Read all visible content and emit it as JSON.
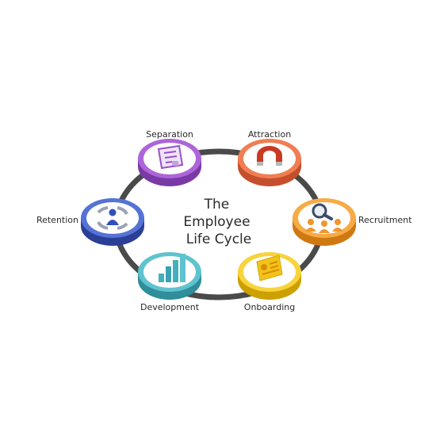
{
  "title_lines": [
    "The",
    "Employee",
    "Life Cycle"
  ],
  "stages": [
    {
      "label": "Attraction",
      "color": "#e8673f",
      "top_color": "#f07e52",
      "icon": "magnet-icon"
    },
    {
      "label": "Recruitment",
      "color": "#f0962b",
      "top_color": "#f7ab45",
      "icon": "magnifier-people-icon"
    },
    {
      "label": "Onboarding",
      "color": "#f2c418",
      "top_color": "#f8d33c",
      "icon": "id-card-icon"
    },
    {
      "label": "Development",
      "color": "#45b0bd",
      "top_color": "#5ec3cf",
      "icon": "bar-chart-icon"
    },
    {
      "label": "Retention",
      "color": "#3e5bc4",
      "top_color": "#5573d6",
      "icon": "person-cycle-icon"
    },
    {
      "label": "Separation",
      "color": "#9a4fc9",
      "top_color": "#ad65d9",
      "icon": "document-icon"
    }
  ],
  "ring_color": "#4a4a4a"
}
